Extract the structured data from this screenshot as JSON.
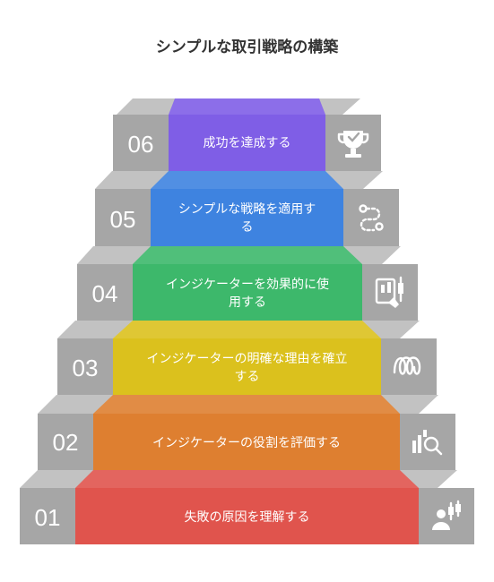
{
  "title": "シンプルな取引戦略の構築",
  "steps": [
    {
      "number": "01",
      "line1": "失敗の原因を理解する",
      "line2": "",
      "color": "#e0544d",
      "icon": "user-chart-icon"
    },
    {
      "number": "02",
      "line1": "インジケーターの役割を評価する",
      "line2": "",
      "color": "#de7f30",
      "icon": "magnify-chart-icon"
    },
    {
      "number": "03",
      "line1": "インジケーターの明確な理由を確立",
      "line2": "する",
      "color": "#dbc11d",
      "icon": "loops-icon"
    },
    {
      "number": "04",
      "line1": "インジケーターを効果的に使",
      "line2": "用する",
      "color": "#3db86b",
      "icon": "candlestick-device-icon"
    },
    {
      "number": "05",
      "line1": "シンプルな戦略を適用す",
      "line2": "る",
      "color": "#3e83e0",
      "icon": "path-route-icon"
    },
    {
      "number": "06",
      "line1": "成功を達成する",
      "line2": "",
      "color": "#7f5ee6",
      "icon": "trophy-icon"
    }
  ]
}
